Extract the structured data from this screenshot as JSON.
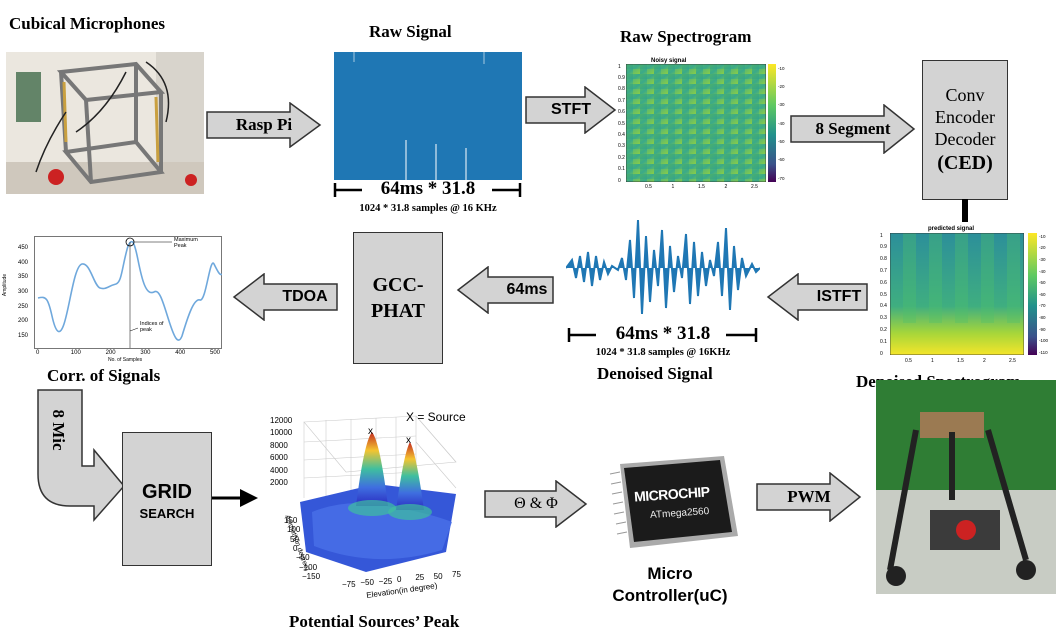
{
  "titles": {
    "cubical_microphones": "Cubical Microphones",
    "raw_signal": "Raw Signal",
    "raw_spectrogram": "Raw Spectrogram",
    "denoised_spectrogram": "Denoised Spectrogram",
    "denoised_signal": "Denoised Signal",
    "corr_signals": "Corr. of Signals",
    "potential_peak": "Potential Sources’ Peak",
    "micro_line1": "Micro",
    "micro_line2": "Controller(uC)"
  },
  "arrows": {
    "rasp_pi": "Rasp Pi",
    "stft": "STFT",
    "segment": "8 Segment",
    "istft": "ISTFT",
    "ms64": "64ms",
    "tdoa": "TDOA",
    "mic8": "8 Mic",
    "theta_phi": "Θ & Φ",
    "pwm": "PWM"
  },
  "boxes": {
    "ced_line1": "Conv",
    "ced_line2": "Encoder",
    "ced_line3": "Decoder",
    "ced_line4": "(CED)",
    "gcc_line1": "GCC-",
    "gcc_line2": "PHAT",
    "grid_line1": "GRID",
    "grid_line2": "SEARCH"
  },
  "raw_signal": {
    "duration": "64ms * 31.8",
    "samples": "1024 * 31.8 samples @ 16 KHz"
  },
  "denoised_signal": {
    "duration": "64ms * 31.8",
    "samples": "1024 * 31.8 samples @ 16KHz"
  },
  "raw_spectro": {
    "title": "Noisy signal",
    "yticks": [
      "1",
      "0.9",
      "0.8",
      "0.7",
      "0.6",
      "0.5",
      "0.4",
      "0.3",
      "0.2",
      "0.1",
      "0"
    ],
    "xticks": [
      "0.5",
      "1",
      "1.5",
      "2",
      "2.5"
    ],
    "cbar": [
      "-10",
      "-20",
      "-30",
      "-40",
      "-50",
      "-60",
      "-70"
    ]
  },
  "den_spectro": {
    "title": "predicted signal",
    "yticks": [
      "1",
      "0.9",
      "0.8",
      "0.7",
      "0.6",
      "0.5",
      "0.4",
      "0.3",
      "0.2",
      "0.1",
      "0"
    ],
    "xticks": [
      "0.5",
      "1",
      "1.5",
      "2",
      "2.5"
    ],
    "cbar": [
      "-10",
      "-20",
      "-30",
      "-40",
      "-50",
      "-60",
      "-70",
      "-80",
      "-90",
      "-100",
      "-110"
    ]
  },
  "corr_plot": {
    "ylabel": "Amplitude",
    "xlabel": "No. of Samples",
    "yticks": [
      "450",
      "400",
      "350",
      "300",
      "250",
      "200",
      "150"
    ],
    "xticks": [
      "0",
      "100",
      "200",
      "300",
      "400",
      "500"
    ],
    "max_label1": "Maximum",
    "max_label2": "Peak",
    "idx_label1": "Indices of",
    "idx_label2": "peak"
  },
  "peak_plot": {
    "legend": "X = Source",
    "zticks": [
      "12000",
      "10000",
      "8000",
      "6000",
      "4000",
      "2000"
    ],
    "az_ticks": [
      "150",
      "100",
      "50",
      "0",
      "−50",
      "−100",
      "−150"
    ],
    "el_ticks": [
      "−75",
      "−50",
      "−25",
      "0",
      "25",
      "50",
      "75"
    ],
    "azlabel": "Azimuth(in degree)",
    "ellabel": "Elevation(in degree)"
  },
  "chip": {
    "brand": "MICROCHIP",
    "model": "ATmega2560"
  }
}
